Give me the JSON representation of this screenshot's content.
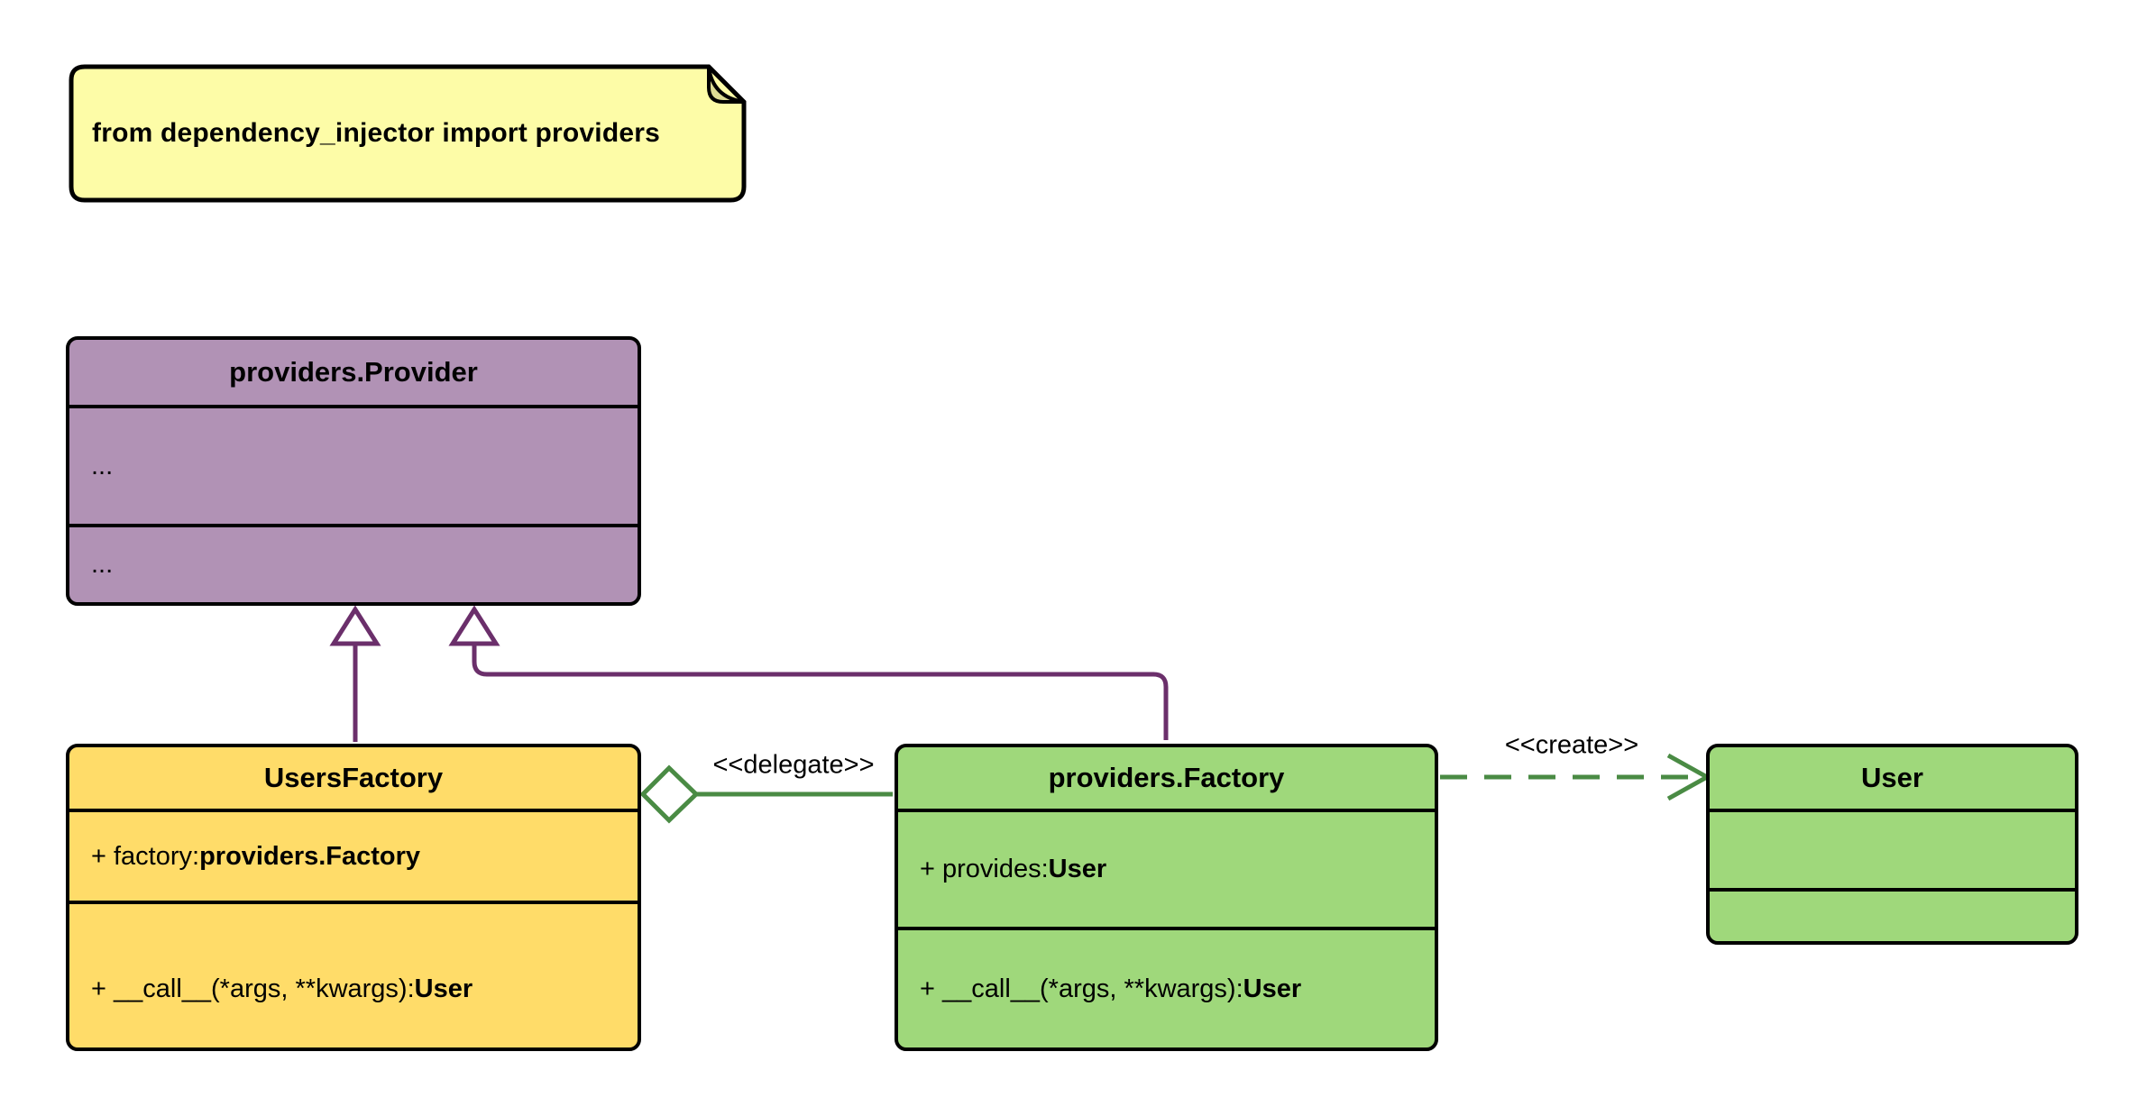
{
  "note": {
    "text": "from dependency_injector import providers"
  },
  "classes": {
    "provider": {
      "title": "providers.Provider",
      "attrs_placeholder": "...",
      "methods_placeholder": "..."
    },
    "users_factory": {
      "title": "UsersFactory",
      "attr_prefix": "+ factory: ",
      "attr_type": "providers.Factory",
      "method_prefix": "+ __call__(*args, **kwargs): ",
      "method_type": "User"
    },
    "factory": {
      "title": "providers.Factory",
      "attr_prefix": "+ provides: ",
      "attr_type": "User",
      "method_prefix": "+ __call__(*args, **kwargs): ",
      "method_type": "User"
    },
    "user": {
      "title": "User"
    }
  },
  "relations": {
    "delegate": {
      "label": "<<delegate>>",
      "kind": "aggregation",
      "from": "UsersFactory",
      "to": "providers.Factory"
    },
    "create": {
      "label": "<<create>>",
      "kind": "dependency",
      "from": "providers.Factory",
      "to": "User"
    },
    "inheritance_left": {
      "kind": "generalization",
      "from": "UsersFactory",
      "to": "providers.Provider"
    },
    "inheritance_right": {
      "kind": "generalization",
      "from": "providers.Factory",
      "to": "providers.Provider"
    }
  },
  "colors": {
    "background": "#FFFFFF",
    "note_fill": "#FDFCA7",
    "note_fold": "#DCDB94",
    "provider_fill": "#B192B5",
    "users_factory_fill": "#FFDC69",
    "factory_fill": "#9FD87B",
    "user_fill": "#9FD87B",
    "inheritance_line": "#6B2F6B",
    "delegate_line": "#4A8B44",
    "border": "#000000"
  }
}
